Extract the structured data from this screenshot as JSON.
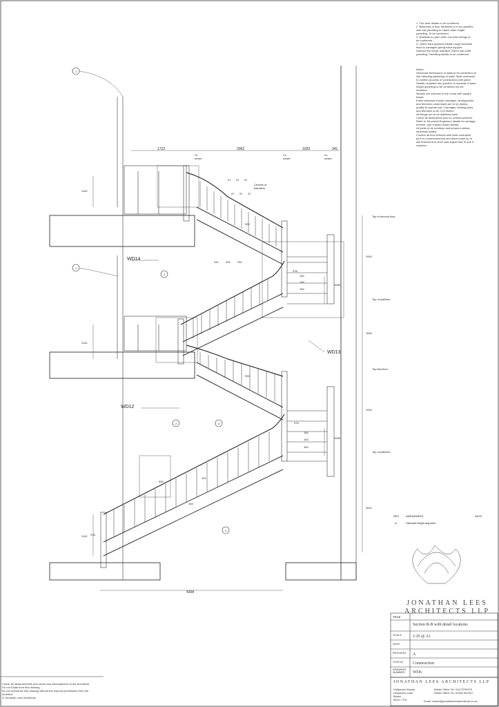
{
  "drawing": {
    "notes_numbered": [
      "1.   Fire door details to be confirmed.",
      "2.   Bulkhead of floor thickness is to be panelled",
      "      with oak panelling to match dado height",
      "      panelling.  To be confirmed.",
      "3.   Brackets to open mitre cut outer strings to",
      "      be confirmed.",
      "4.   24mm thick plywood cleats/ rough brackets",
      "      fixed to carriages giving extra support.",
      "      Dashed line below indicates 23mm oak soffit",
      "      panelling. Panelling details to be confirmed."
    ],
    "notes_heading": "Notes:",
    "notes": [
      "Structural dimensions of walls to be confirmed on",
      "site following plastering of walls. Main contractor",
      "to confirm process of construction with joiner.",
      "Details of plaster and junction to handrail of dado",
      "height panelling to be confirmed by the",
      "Architect.",
      "Newels are columns in the round with square",
      "bases.",
      "Entire staircase except carriages, landing joists",
      "and trimmers underneath are to be joinery",
      "quality European oak. Carriages, landing joists",
      "and trimmers to be C24 timber.",
      "All fixings are to be stainless steel.",
      "Check all dimensions prior to commencement.",
      "Refer to Structural Engineers details for carriage,",
      "trimmer, and cranked beam details.",
      "All joints to be mortised and tenoned unless",
      "otherwise stated.",
      "Confirm all floor finishes with main contractor",
      "prior to commencement and allow make up to",
      "suit finished floor level and adjust riser to suit if",
      "required."
    ],
    "horizontal_dims": [
      "1722",
      "2062",
      "1020",
      "341"
    ],
    "cl_newel": "CL\nnewel",
    "baluster_dims": [
      "97",
      "97",
      "97",
      "97",
      "97",
      "97"
    ],
    "centres_of_balusters": "Centres of\nbalusters",
    "dims_900": "900",
    "dims_291": "291",
    "dims_978": "978",
    "dims_164": "164",
    "dims_1696": "1696",
    "dims_1142": "1142",
    "dims_4308": "4308",
    "level_dims": [
      "1942",
      "1640",
      "1942",
      "2624"
    ],
    "levels": [
      "Top of second floor",
      "Top of platform",
      "Top first floor",
      "Top of platform"
    ],
    "detail_refs": [
      "WD14",
      "WD13",
      "WD12"
    ],
    "callouts": [
      "1",
      "2",
      "3",
      "4"
    ]
  },
  "revisions": {
    "col_rev": "REV",
    "col_amendment": "AMENDMENT",
    "col_date": "DATE",
    "rev": "A",
    "amendment": "Handrail height adjusted"
  },
  "firm": {
    "line1": "JONATHAN LEES",
    "line2": "ARCHITECTS LLP"
  },
  "title_block": {
    "title_label": "TITLE",
    "title": "Section B-B with detail locations",
    "scale_label": "SCALE",
    "scale": "1:20 @ A1",
    "date_label": "DATE",
    "date": "",
    "revision_label": "REVISION",
    "revision": "A",
    "status_label": "STATUS",
    "status": "Construction",
    "drawing_number_label": "DRAWING NUMBER",
    "drawing_number": "WD6"
  },
  "disclaimer": [
    "Check all measurements and report any discrepancies to the Architects.",
    "Do not Scale from this drawing.",
    "Do not reproduce this drawing without the express permission from the",
    "Architect",
    "© Jonathan Lees Architects"
  ],
  "footer": {
    "firm_name": "JONATHAN LEES ARCHITECTS LLP",
    "address": [
      "Hollywood Estate",
      "Hollywood Lane",
      "Bristol",
      "BS10 7TW"
    ],
    "offices": [
      "Bristol Office Tel:  01173790079",
      "Wales Office Tel:    01982 551007"
    ],
    "email": "Email:  admin@jonathanleesarchitects.co.uk"
  }
}
